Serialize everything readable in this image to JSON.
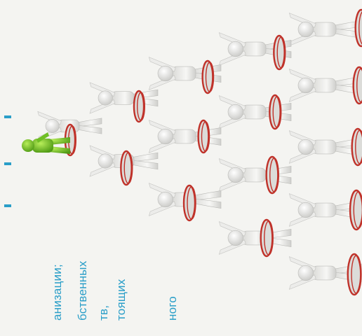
{
  "text_lines": [
    "анизации;",
    "бственных",
    "тв,",
    "тоящих",
    "ного"
  ],
  "colors": {
    "background": "#f4f4f1",
    "text": "#2a9ec8",
    "leader": "#7cc22c",
    "figure": "#e6e6e4",
    "disc_edge": "#c0322a"
  },
  "icons": {
    "leader": "leader-figure-icon",
    "member": "member-figure-icon"
  }
}
